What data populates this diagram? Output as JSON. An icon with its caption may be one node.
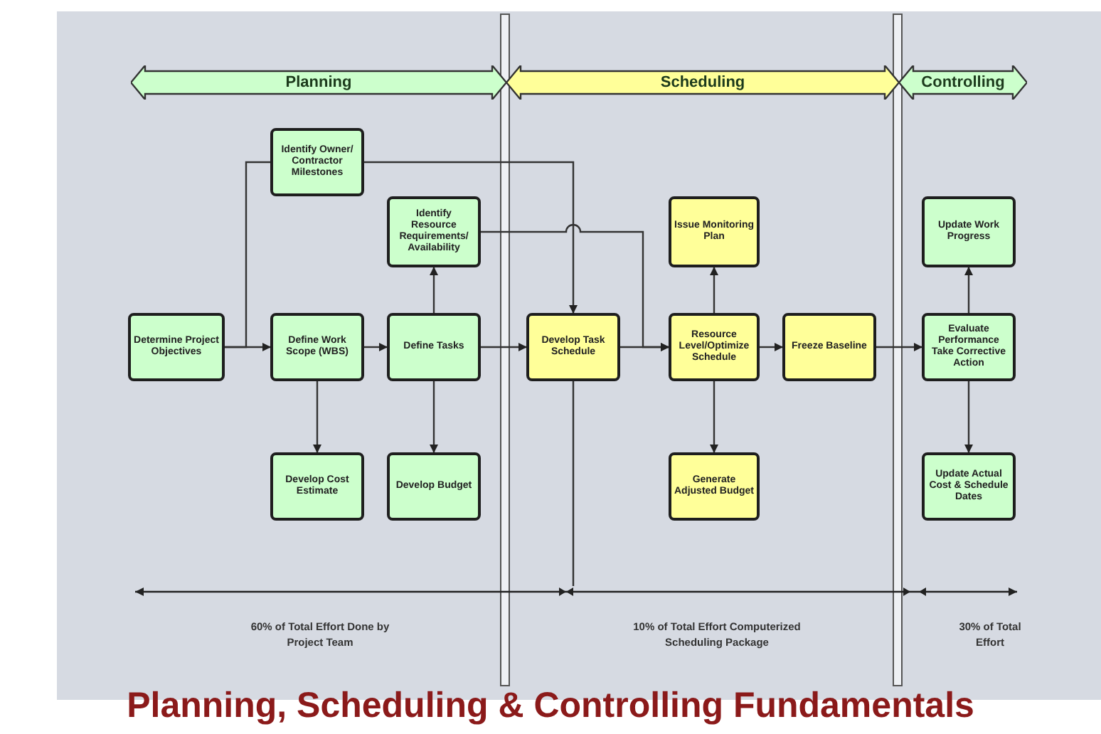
{
  "diagram": {
    "title": "Planning, Scheduling & Controlling Fundamentals",
    "nodes": [
      {
        "text": [
          "Planning"
        ]
      },
      {
        "text": [
          "Scheduling"
        ]
      },
      {
        "text": [
          "Controlling"
        ]
      },
      {
        "text": [
          "Determine Project Objectives"
        ]
      },
      {
        "text": [
          "Identify Owner/ Contractor Milestones"
        ]
      },
      {
        "text": [
          "Define Work Scope (WBS)"
        ]
      },
      {
        "text": [
          "Identify Resource Requirements/ Availability"
        ]
      },
      {
        "text": [
          "Define Tasks"
        ]
      },
      {
        "text": [
          "Develop Cost Estimate"
        ]
      },
      {
        "text": [
          "Develop Budget"
        ]
      },
      {
        "text": [
          "Develop Task Schedule"
        ]
      },
      {
        "text": [
          "Issue Monitoring Plan"
        ]
      },
      {
        "text": [
          "Resource Level/Optimize Schedule"
        ]
      },
      {
        "text": [
          "Freeze Baseline"
        ]
      },
      {
        "text": [
          "Generate Adjusted Budget"
        ]
      },
      {
        "text": [
          "Update Work Progress"
        ]
      },
      {
        "text": [
          "Evaluate Performance Take Corrective Action"
        ]
      },
      {
        "text": [
          "Update Actual Cost & Schedule Dates"
        ]
      }
    ],
    "edges": [
      {
        "from": 3,
        "to": 5,
        "arrow": "to"
      },
      {
        "from": 3,
        "to": 4,
        "arrow": "none"
      },
      {
        "from": 4,
        "to": 10,
        "arrow": "to"
      },
      {
        "from": 5,
        "to": 7,
        "arrow": "to"
      },
      {
        "from": 5,
        "to": 8,
        "arrow": "to"
      },
      {
        "from": 7,
        "to": 6,
        "arrow": "to"
      },
      {
        "from": 7,
        "to": 9,
        "arrow": "to"
      },
      {
        "from": 7,
        "to": 10,
        "arrow": "to"
      },
      {
        "from": 6,
        "to": 12,
        "arrow": "to"
      },
      {
        "from": 10,
        "to": 12,
        "arrow": "to"
      },
      {
        "from": 12,
        "to": 11,
        "arrow": "to"
      },
      {
        "from": 12,
        "to": 14,
        "arrow": "to"
      },
      {
        "from": 12,
        "to": 13,
        "arrow": "to"
      },
      {
        "from": 13,
        "to": 16,
        "arrow": "to"
      },
      {
        "from": 16,
        "to": 15,
        "arrow": "to"
      },
      {
        "from": 16,
        "to": 17,
        "arrow": "to"
      },
      {
        "from": 10,
        "to": null,
        "arrow": "none"
      }
    ],
    "labels": [
      "60% of Total Effort Done by Project Team",
      "10% of Total Effort Computerized Scheduling Package",
      "30% of Total Effort"
    ]
  }
}
